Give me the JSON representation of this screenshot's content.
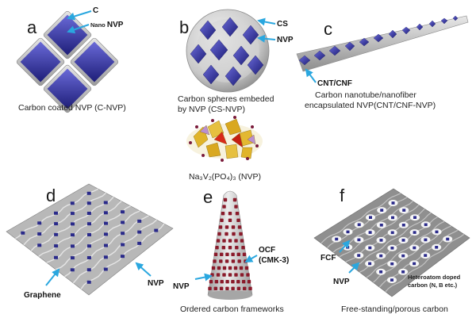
{
  "colors": {
    "nvp": "#2a2a8a",
    "nvp_light": "#5b5bc8",
    "carbon": "#b9b9b9",
    "arrow": "#2aa7df",
    "ocf": "#8a1a2a",
    "crystal_yellow": "#e0b42a",
    "crystal_red": "#d82a1a"
  },
  "panels": {
    "a": {
      "letter": "a",
      "label_c": "C",
      "label_nvp_prefix": "Nano ",
      "label_nvp": "NVP",
      "caption": "Carbon coated NVP (C-NVP)"
    },
    "b": {
      "letter": "b",
      "label_cs": "CS",
      "label_nvp": "NVP",
      "caption_line1": "Carbon spheres embeded",
      "caption_line2": "by NVP (CS-NVP)"
    },
    "c": {
      "letter": "c",
      "label_cnt": "CNT/CNF",
      "caption_line1": "Carbon nanotube/nanofiber",
      "caption_line2": "encapsulated NVP(CNT/CNF-NVP)"
    },
    "center": {
      "formula": "Na₃V₂(PO₄)₃ (NVP)"
    },
    "d": {
      "letter": "d",
      "label_graphene": "Graphene",
      "label_nvp": "NVP"
    },
    "e": {
      "letter": "e",
      "label_ocf_line1": "OCF",
      "label_ocf_line2": "(CMK-3)",
      "label_nvp": "NVP",
      "caption": "Ordered carbon frameworks"
    },
    "f": {
      "letter": "f",
      "label_fcf": "FCF",
      "label_nvp": "NVP",
      "label_hetero_line1": "Heteroatom doped",
      "label_hetero_line2": "carbon (N, B etc.)",
      "caption": "Free-standing/porous carbon"
    }
  }
}
